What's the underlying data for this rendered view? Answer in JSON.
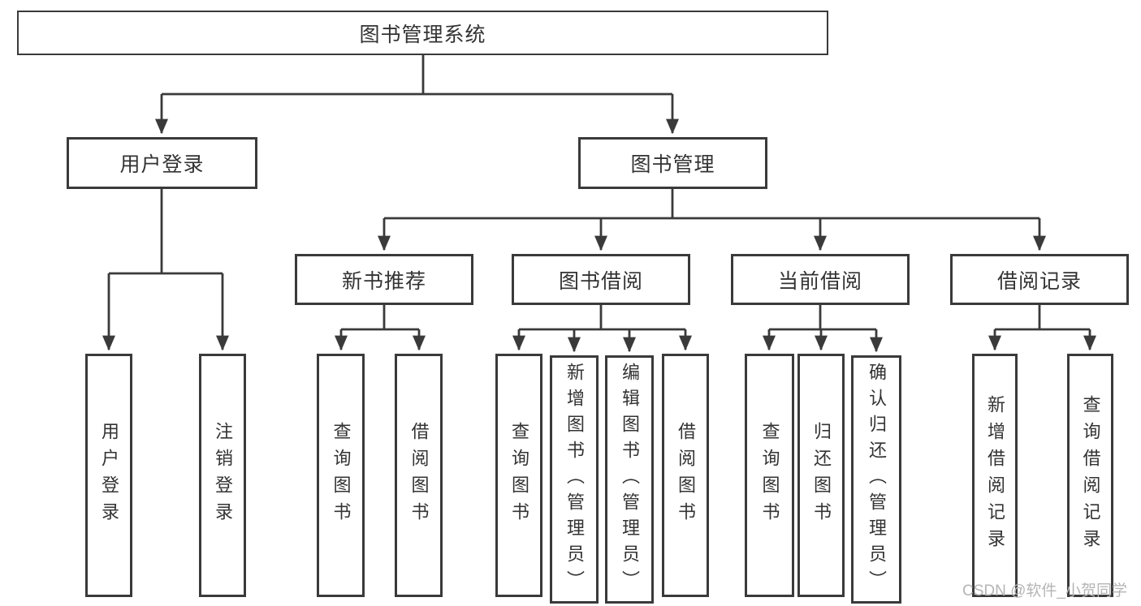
{
  "diagram": {
    "root": {
      "label": "图书管理系统"
    },
    "branches": {
      "user_login": {
        "label": "用户登录",
        "children": [
          "用户登录",
          "注销登录"
        ]
      },
      "book_mgmt": {
        "label": "图书管理",
        "modules": [
          {
            "label": "新书推荐",
            "children": [
              "查询图书",
              "借阅图书"
            ]
          },
          {
            "label": "图书借阅",
            "children": [
              "查询图书",
              "新增图书（管理员）",
              "编辑图书（管理员）",
              "借阅图书"
            ]
          },
          {
            "label": "当前借阅",
            "children": [
              "查询图书",
              "归还图书",
              "确认归还（管理员）"
            ]
          },
          {
            "label": "借阅记录",
            "children": [
              "新增借阅记录",
              "查询借阅记录"
            ]
          }
        ]
      }
    },
    "colors": {
      "line": "#3a3a3a",
      "text": "#333333",
      "background": "#ffffff"
    }
  },
  "watermark": {
    "text": "CSDN @软件_小贺同学",
    "color": "#b5b5b5"
  }
}
